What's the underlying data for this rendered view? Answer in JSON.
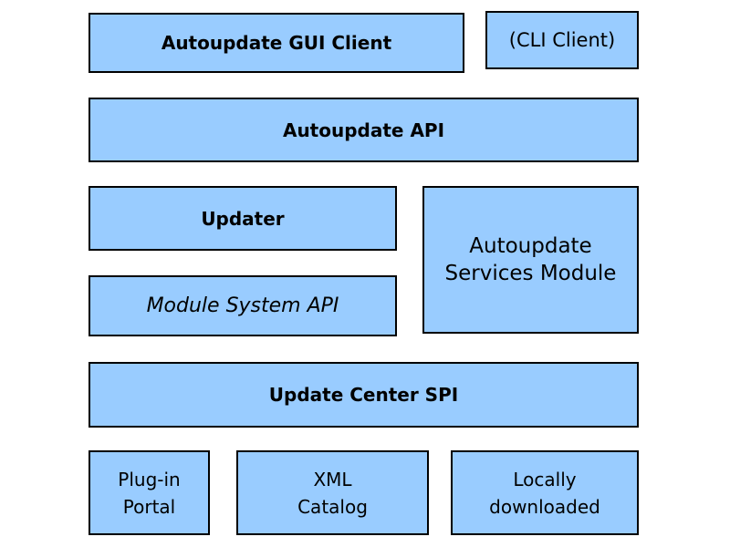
{
  "diagram": {
    "colors": {
      "box_fill": "#99CCFF",
      "box_border": "#000000",
      "background": "#FFFFFF",
      "text": "#000000"
    },
    "boxes": {
      "gui_client": {
        "label": "Autoupdate GUI Client"
      },
      "cli_client": {
        "label": "(CLI Client)"
      },
      "autoupdate_api": {
        "label": "Autoupdate API"
      },
      "updater": {
        "label": "Updater"
      },
      "services_module": {
        "line1": "Autoupdate",
        "line2": "Services Module"
      },
      "module_system_api": {
        "label": "Module System API"
      },
      "update_center_spi": {
        "label": "Update Center SPI"
      },
      "plugin_portal": {
        "line1": "Plug-in",
        "line2": "Portal"
      },
      "xml_catalog": {
        "line1": "XML",
        "line2": "Catalog"
      },
      "locally_downloaded": {
        "line1": "Locally",
        "line2": "downloaded"
      }
    }
  }
}
